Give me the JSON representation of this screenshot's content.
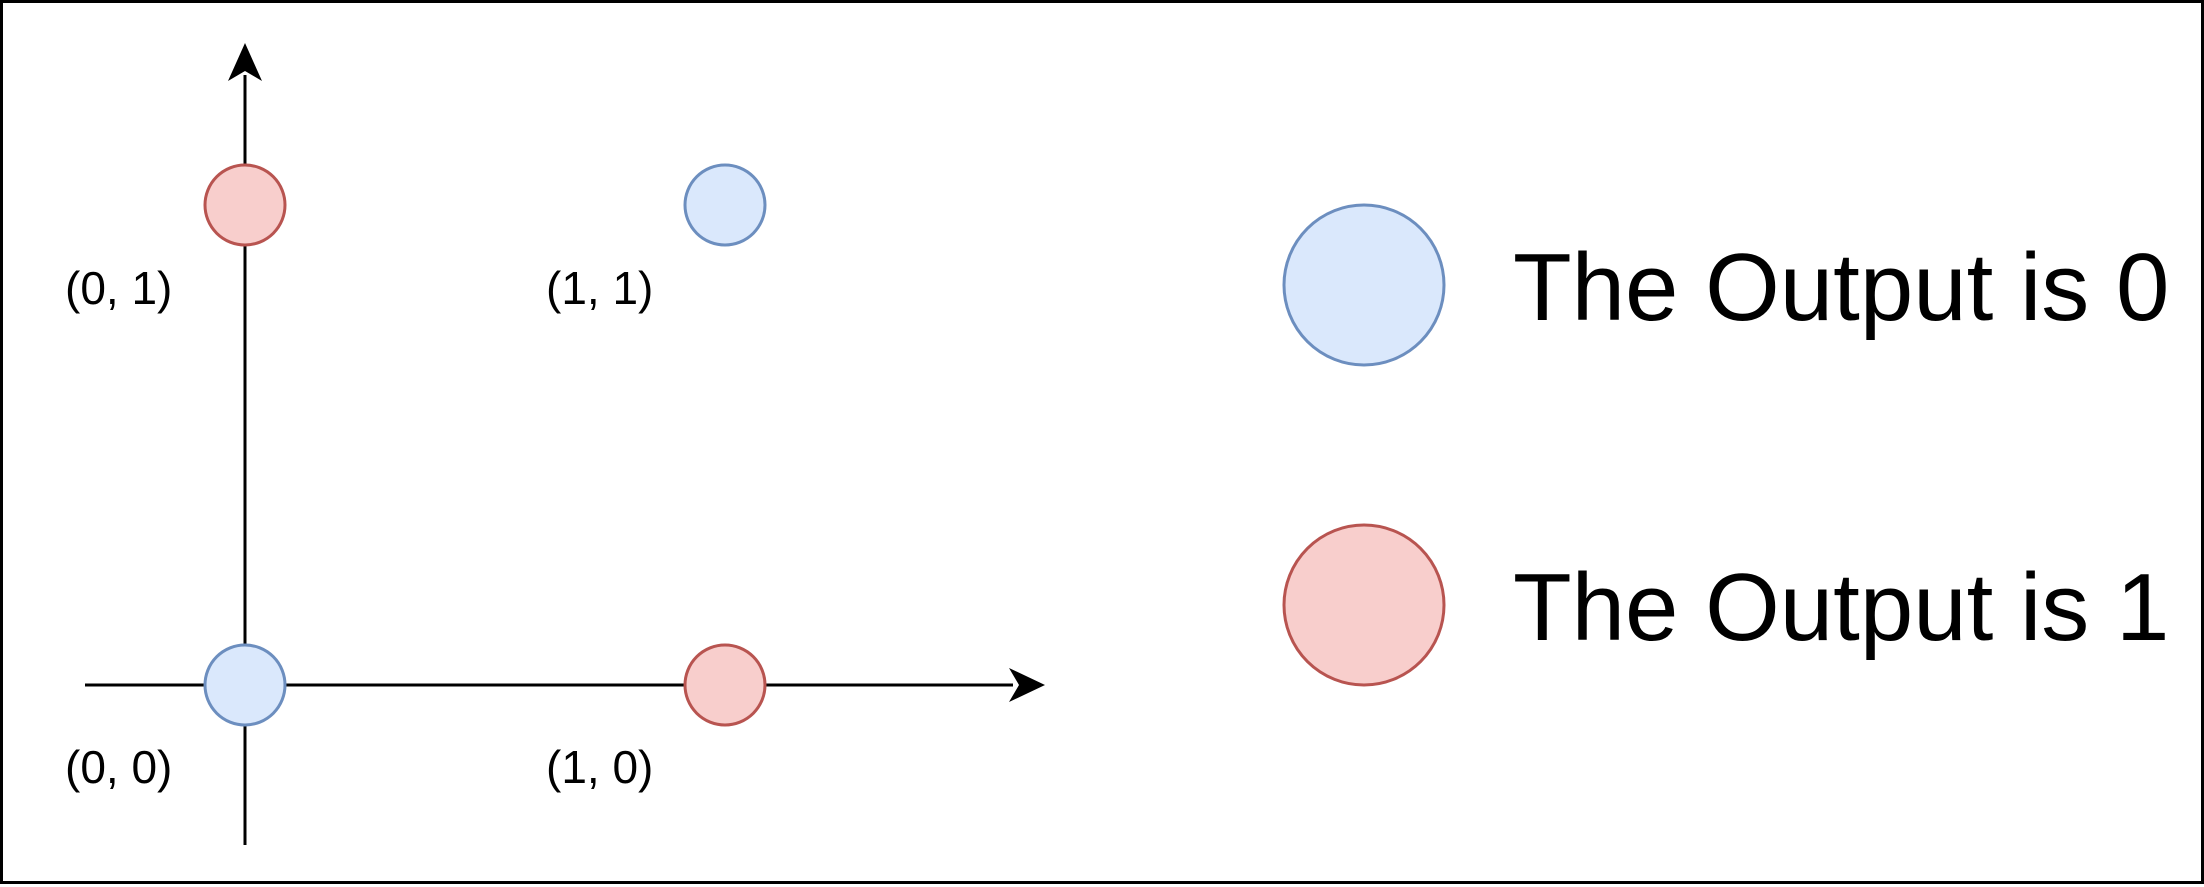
{
  "chart_data": {
    "type": "scatter",
    "points": [
      {
        "x": 0,
        "y": 0,
        "label": "(0, 0)",
        "output": 0
      },
      {
        "x": 1,
        "y": 0,
        "label": "(1, 0)",
        "output": 1
      },
      {
        "x": 0,
        "y": 1,
        "label": "(0, 1)",
        "output": 1
      },
      {
        "x": 1,
        "y": 1,
        "label": "(1, 1)",
        "output": 0
      }
    ],
    "legend": [
      {
        "output": 0,
        "label": "The Output is 0"
      },
      {
        "output": 1,
        "label": "The Output is 1"
      }
    ]
  },
  "colors": {
    "output_0_fill": "#dae8fc",
    "output_0_stroke": "#6c8ebf",
    "output_1_fill": "#f8cecc",
    "output_1_stroke": "#b85450",
    "axis": "#000000"
  }
}
